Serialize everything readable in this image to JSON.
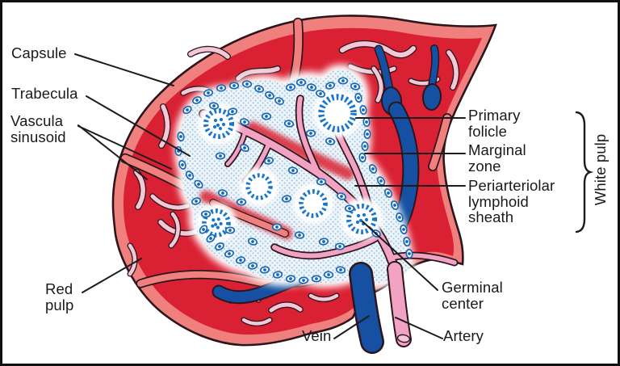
{
  "labels": {
    "capsule": "Capsule",
    "trabecula": "Trabecula",
    "vascula_sinusoid": "Vascula\nsinusoid",
    "red_pulp": "Red\npulp",
    "vein": "Vein",
    "artery": "Artery",
    "germinal_center": "Germinal\ncenter",
    "primary_folicle": "Primary\nfolicle",
    "marginal_zone": "Marginal\nzone",
    "periarteriolar_lymphoid_sheath": "Periarteriolar\nlymphoid\nsheath",
    "white_pulp": "White pulp"
  },
  "colors": {
    "background": "#ffffff",
    "border_black": "#101010",
    "label_text": "#1a1a1a",
    "capsule_salmon": "#f0807e",
    "red_pulp": "#da2033",
    "sinusoid_pink": "#f3c7d5",
    "vein_blue": "#1550a2",
    "artery_pink": "#f2a2c3",
    "stipple_bg": "#edf4fa",
    "stipple_dot": "#9fc4db",
    "follicle_blue": "#1877cd",
    "cell_blue": "#1568b8",
    "outline_dark": "#2c151c"
  }
}
